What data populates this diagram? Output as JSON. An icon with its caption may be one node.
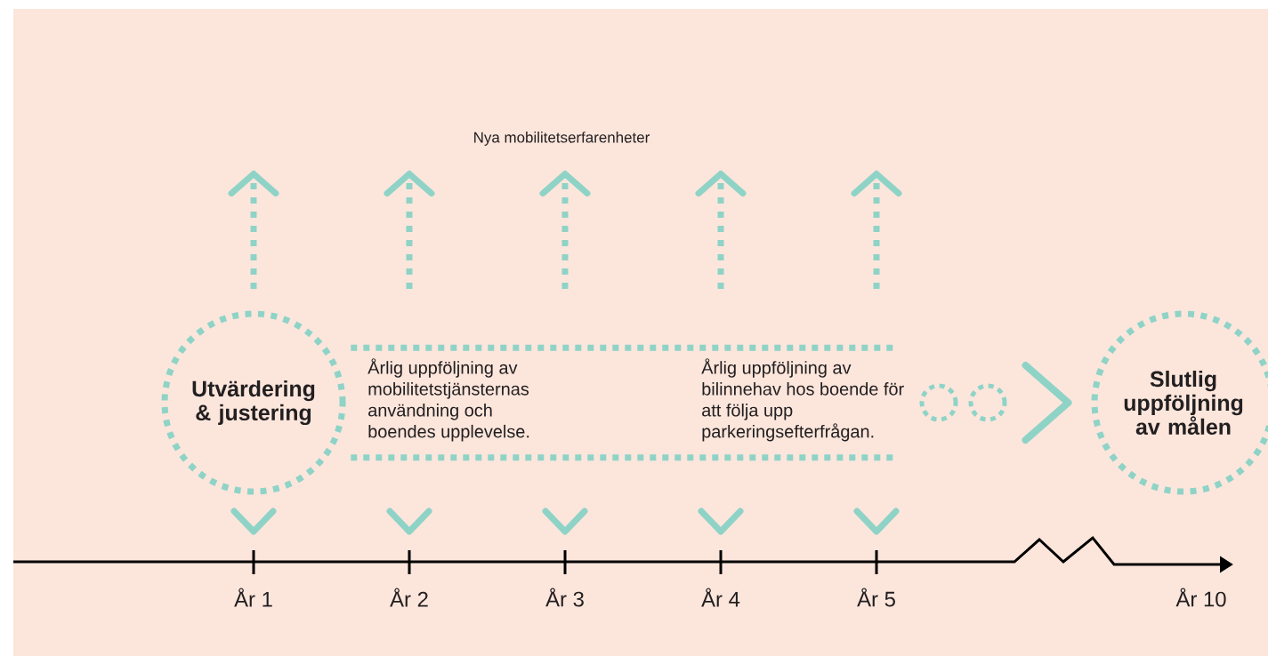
{
  "diagram": {
    "title": "Nya mobilitetserfarenheter",
    "nodes": [
      {
        "text": [
          "Utvärdering & justering"
        ]
      },
      {
        "text": [
          "Årlig uppföljning av mobilitetstjänsternas användning och boendes upplevelse.",
          "Årlig uppföljning av bilinnehav hos boende för att följa upp parkeringsefterfrågan."
        ]
      },
      {
        "text": [],
        "shape": "circle"
      },
      {
        "text": [],
        "shape": "circle"
      },
      {
        "text": [
          "Slutlig uppföljning av målen"
        ]
      }
    ],
    "edges": [
      {
        "from": 3,
        "to": 4,
        "arrow": "to"
      }
    ],
    "labels": [
      "År 1",
      "År 2",
      "År 3",
      "År 4",
      "År 5",
      "År 10"
    ]
  }
}
